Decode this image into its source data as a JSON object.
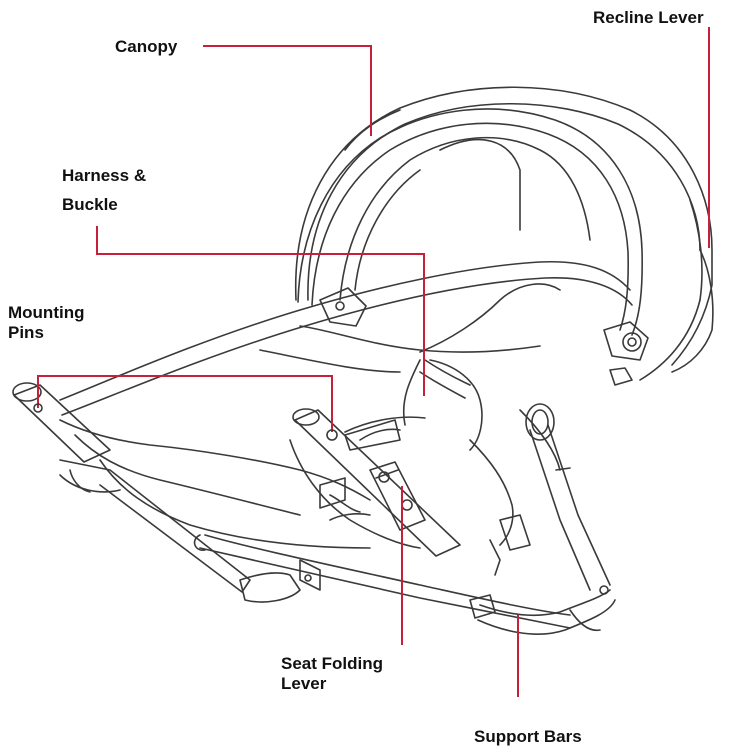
{
  "labels": {
    "canopy": "Canopy",
    "recline_lever": "Recline Lever",
    "harness_line1": "Harness &",
    "harness_line2": "Buckle",
    "mounting_line1": "Mounting",
    "mounting_line2": "Pins",
    "seat_folding_line1": "Seat Folding",
    "seat_folding_line2": "Lever",
    "support_bars": "Support Bars"
  },
  "colors": {
    "leader_line": "#c8203a",
    "drawing_stroke": "#3a3a3a",
    "label_text": "#111111"
  }
}
